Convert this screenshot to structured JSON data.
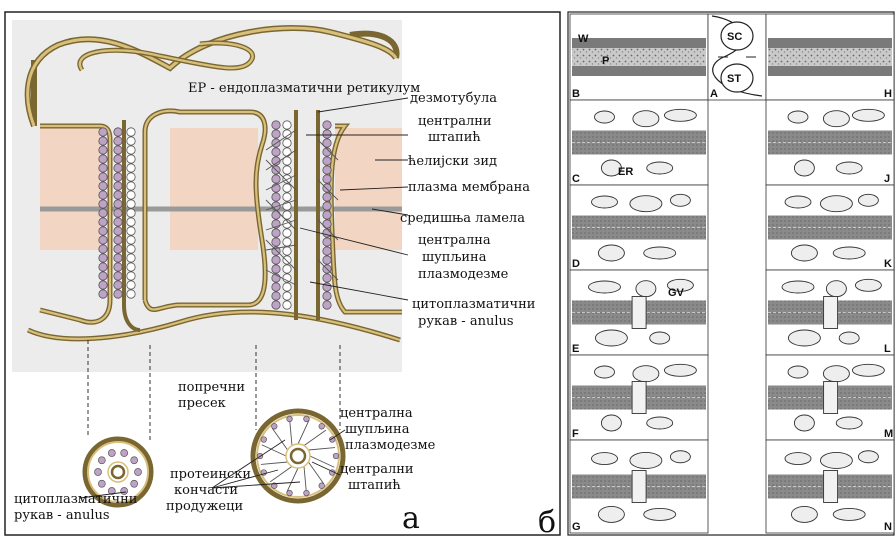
{
  "panel_a": {
    "title": "ЕР - ендоплазматични ретикулум",
    "labels": {
      "desmotubule": "дезмотубула",
      "central_rods": [
        "централни",
        "штапић"
      ],
      "cell_wall": "ћелијски зид",
      "plasma_membrane": "плазма мембрана",
      "middle_lamella": "средишња ламела",
      "central_cavity": [
        "централна",
        "шупљина",
        "плазмодезме"
      ],
      "cytoplasmic_sleeve": [
        "цитоплазматични",
        "рукав - anulus"
      ],
      "cross_section": [
        "попречни",
        "пресек"
      ],
      "cs_central_cavity": [
        "централна",
        "шупљина",
        "плазмодезме"
      ],
      "cs_central_rods": [
        "централни",
        "штапић"
      ],
      "protein_threads": [
        "протеински",
        "кончасти",
        "продужеци"
      ],
      "cs_cytoplasmic_sleeve": [
        "цитоплазматични",
        "рукав - anulus"
      ]
    },
    "letter": "а",
    "colors": {
      "wall": "#f3d5c4",
      "membrane": "#cdb06a",
      "bead": "#bfa3c6",
      "lamella": "#9a9a9a",
      "background": "#ececec"
    }
  },
  "panel_b": {
    "letter": "б",
    "top_labels": {
      "W": "W",
      "P": "P",
      "SC": "SC",
      "ST": "ST",
      "B": "B",
      "A": "A",
      "H": "H"
    },
    "left_rows": [
      "C",
      "D",
      "E",
      "F",
      "G"
    ],
    "right_rows": [
      "J",
      "K",
      "L",
      "M",
      "N"
    ],
    "inner_labels": {
      "ER": "ER",
      "GV": "GV"
    }
  }
}
